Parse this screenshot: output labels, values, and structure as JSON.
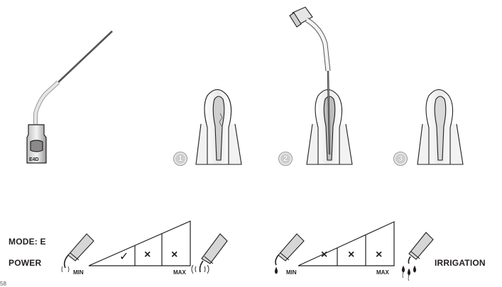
{
  "tip_label": "E4D",
  "steps": [
    "1",
    "2",
    "3"
  ],
  "settings": {
    "mode_label": "MODE: E",
    "power_label": "POWER",
    "irrigation_label": "IRRIGATION",
    "min_label": "MIN",
    "max_label": "MAX",
    "power_marks": [
      "✓",
      "×",
      "×"
    ],
    "irrigation_marks": [
      "×",
      "×",
      "×"
    ]
  },
  "page_number": "58"
}
